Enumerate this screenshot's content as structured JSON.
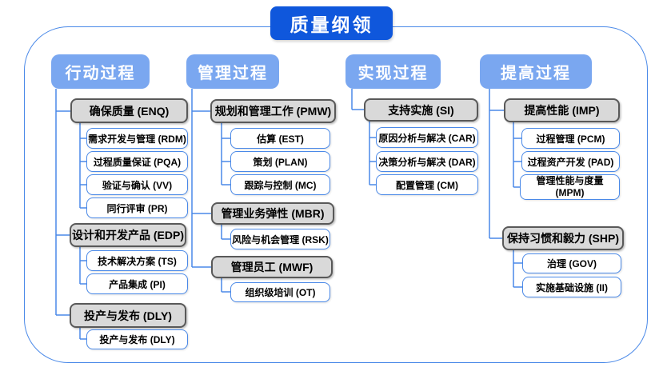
{
  "title": "质量纲领",
  "colors": {
    "title_bg": "#0f57dc",
    "header_bg": "#7aa7f0",
    "gray_fill": "#d9d9d9",
    "gray_border": "#595959",
    "line_blue": "#4a89e8",
    "text_dark": "#000000",
    "text_light": "#ffffff"
  },
  "columns": [
    {
      "header": "行动过程",
      "groups": [
        {
          "label": "确保质量 (ENQ)",
          "children": [
            "需求开发与管理 (RDM)",
            "过程质量保证 (PQA)",
            "验证与确认 (VV)",
            "同行评审 (PR)"
          ]
        },
        {
          "label": "设计和开发产品 (EDP)",
          "children": [
            "技术解决方案 (TS)",
            "产品集成 (PI)"
          ]
        },
        {
          "label": "投产与发布 (DLY)",
          "children": [
            "投产与发布 (DLY)"
          ]
        }
      ]
    },
    {
      "header": "管理过程",
      "groups": [
        {
          "label": "规划和管理工作 (PMW)",
          "children": [
            "估算 (EST)",
            "策划 (PLAN)",
            "跟踪与控制 (MC)"
          ]
        },
        {
          "label": "管理业务弹性 (MBR)",
          "children": [
            "风险与机会管理 (RSK)"
          ]
        },
        {
          "label": "管理员工 (MWF)",
          "children": [
            "组织级培训 (OT)"
          ]
        }
      ]
    },
    {
      "header": "实现过程",
      "groups": [
        {
          "label": "支持实施 (SI)",
          "children": [
            "原因分析与解决 (CAR)",
            "决策分析与解决 (DAR)",
            "配置管理 (CM)"
          ]
        }
      ]
    },
    {
      "header": "提高过程",
      "groups": [
        {
          "label": "提高性能 (IMP)",
          "children": [
            "过程管理 (PCM)",
            "过程资产开发 (PAD)",
            "管理性能与度量 (MPM)"
          ]
        },
        {
          "label": "保持习惯和毅力 (SHP)",
          "children": [
            "治理 (GOV)",
            "实施基础设施 (II)"
          ]
        }
      ]
    }
  ]
}
